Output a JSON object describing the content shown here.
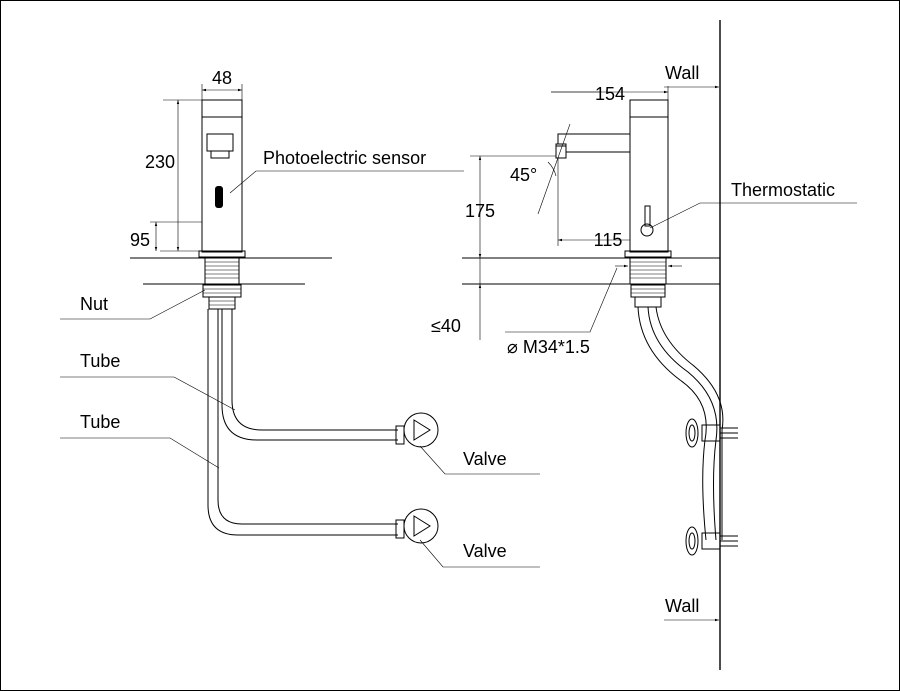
{
  "front_view": {
    "dim_width": "48",
    "dim_height": "230",
    "dim_sensor_height": "95",
    "label_sensor": "Photoelectric sensor",
    "label_nut": "Nut",
    "label_tube_upper": "Tube",
    "label_tube_lower": "Tube",
    "label_valve_upper": "Valve",
    "label_valve_lower": "Valve"
  },
  "side_view": {
    "label_wall_top": "Wall",
    "label_wall_bottom": "Wall",
    "dim_length": "154",
    "dim_angle": "45°",
    "dim_spout_height": "175",
    "dim_reach": "115",
    "label_thermostatic": "Thermostatic",
    "dim_deck_thickness": "≤40",
    "dim_thread": "⌀ M34*1.5"
  }
}
